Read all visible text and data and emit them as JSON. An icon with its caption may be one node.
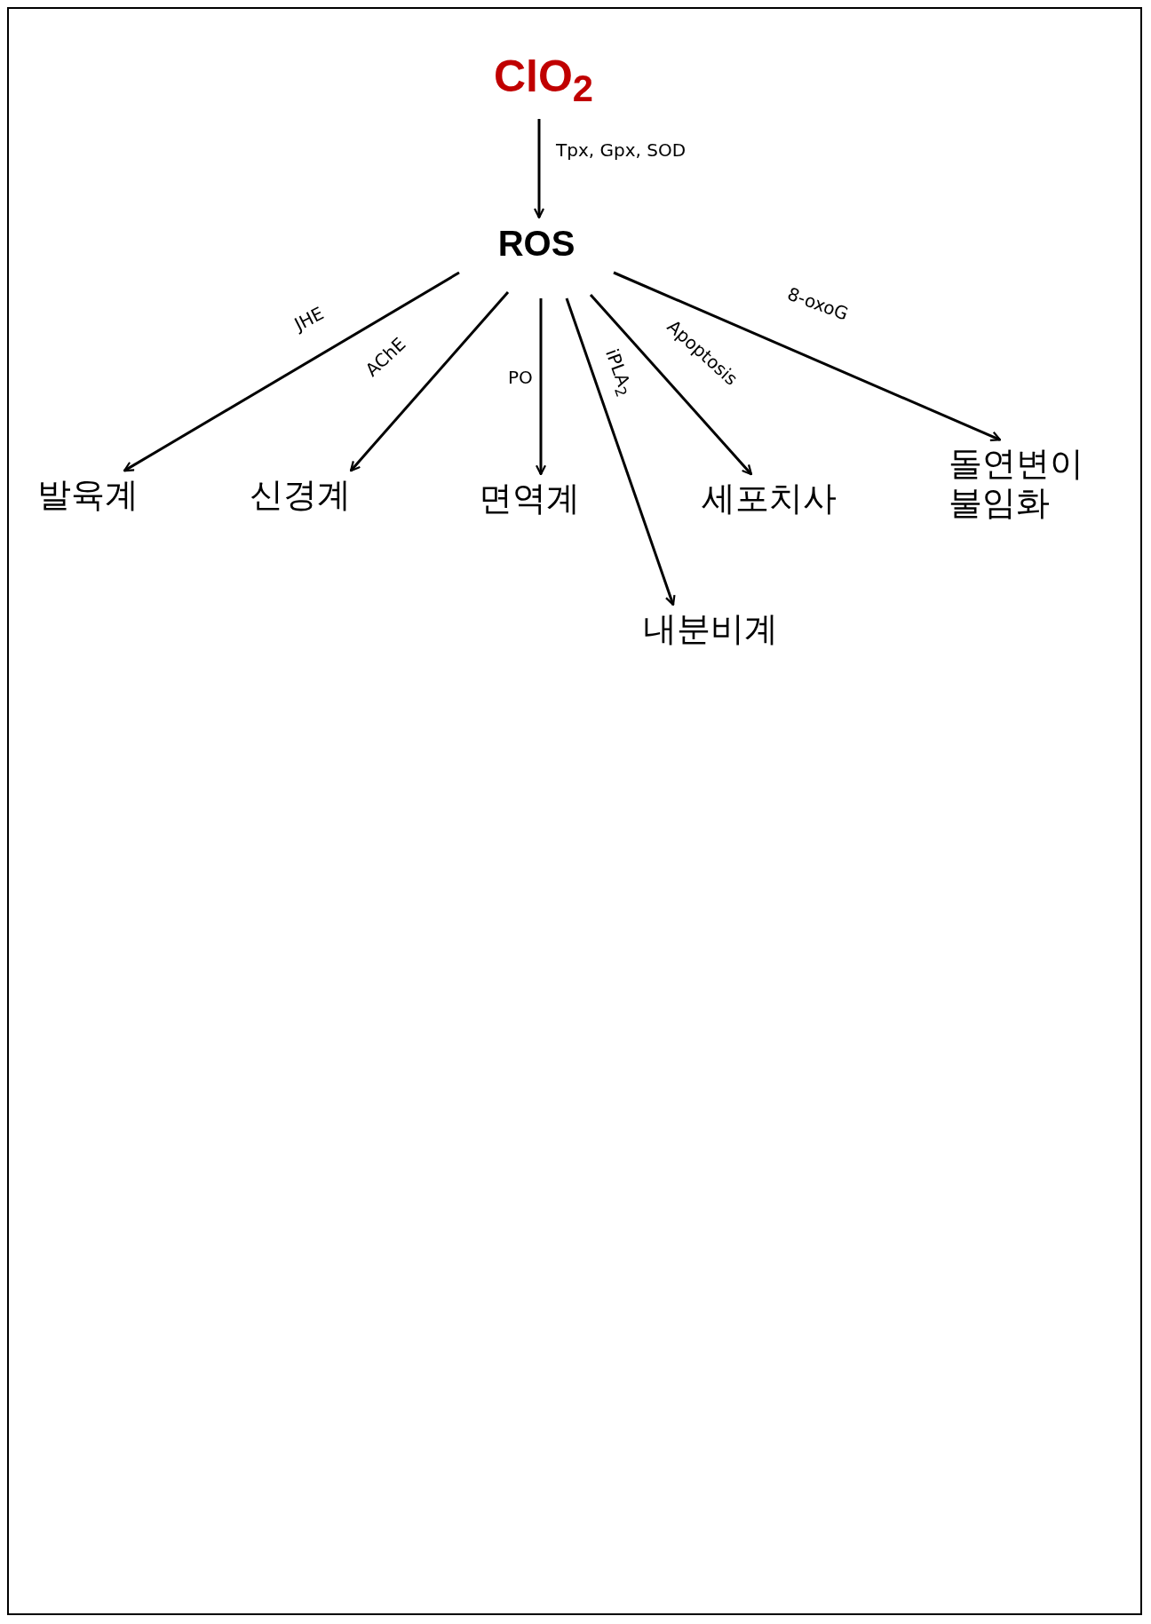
{
  "diagram": {
    "nodes": [
      {
        "text": [
          "ClO$_{2}$"
        ]
      },
      {
        "text": [
          "ROS"
        ]
      },
      {
        "text": [
          "발육계"
        ]
      },
      {
        "text": [
          "신경계"
        ]
      },
      {
        "text": [
          "면역계"
        ]
      },
      {
        "text": [
          "세포치사"
        ]
      },
      {
        "text": [
          "돌연변이 불임화"
        ]
      },
      {
        "text": [
          "내분비계"
        ]
      }
    ],
    "edges": [
      {
        "from": 0,
        "to": 1,
        "arrow": "to",
        "label": "Tpx, Gpx, SOD"
      },
      {
        "from": 1,
        "to": 2,
        "arrow": "to",
        "label": "JHE"
      },
      {
        "from": 1,
        "to": 3,
        "arrow": "to",
        "label": "AChE"
      },
      {
        "from": 1,
        "to": 4,
        "arrow": "to",
        "label": "PO"
      },
      {
        "from": 1,
        "to": 7,
        "arrow": "to",
        "label": "iPLA$_{2}$"
      },
      {
        "from": 1,
        "to": 5,
        "arrow": "to",
        "label": "Apoptosis"
      },
      {
        "from": 1,
        "to": 6,
        "arrow": "to",
        "label": "8-oxoG"
      }
    ]
  }
}
